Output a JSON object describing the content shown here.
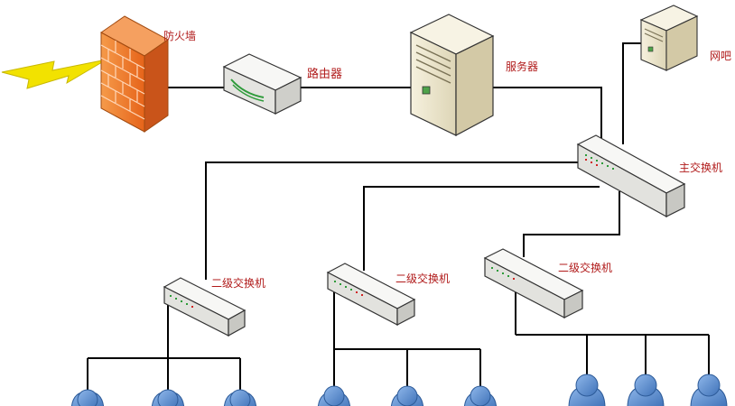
{
  "labels": {
    "firewall": "防火墙",
    "router": "路由器",
    "server": "服务器",
    "internet_cafe": "网吧",
    "main_switch": "主交换机",
    "sub_switch_1": "二级交换机",
    "sub_switch_2": "二级交换机",
    "sub_switch_3": "二级交换机"
  },
  "colors": {
    "label_text": "#b11b1b",
    "firewall_brick": "#f07a22",
    "lightning": "#f2e200",
    "device_body": "#eeeeea",
    "server_body": "#ece7cf",
    "user_body": "#5b8fd1",
    "wire": "#000000"
  },
  "icons": {
    "firewall": "firewall-icon",
    "router": "router-icon",
    "server": "server-icon",
    "internet_cafe": "pc-tower-icon",
    "switch": "switch-icon",
    "user": "user-icon",
    "lightning": "lightning-icon"
  }
}
